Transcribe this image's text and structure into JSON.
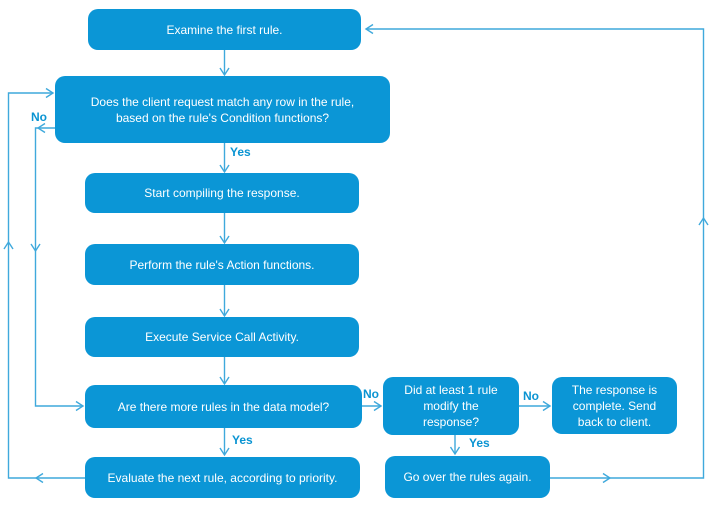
{
  "colors": {
    "node_fill": "#0b96d6",
    "node_text": "#ffffff",
    "connector": "#3fa9dc",
    "edge_label": "#0a94d2",
    "background": "#ffffff"
  },
  "nodes": {
    "examine": {
      "text": "Examine the first rule."
    },
    "match": {
      "text": "Does the client request match any row in the rule,\nbased on the rule's Condition functions?"
    },
    "compile": {
      "text": "Start compiling the response."
    },
    "perform": {
      "text": "Perform the rule's Action functions."
    },
    "execute": {
      "text": "Execute Service Call Activity."
    },
    "more_rules": {
      "text": "Are there more rules in the data model?"
    },
    "evaluate": {
      "text": "Evaluate the next rule, according to priority."
    },
    "modified": {
      "text": "Did at least 1 rule\nmodify the\nresponse?"
    },
    "complete": {
      "text": "The response is\ncomplete. Send\nback to client."
    },
    "go_over": {
      "text": "Go over the rules again."
    }
  },
  "edge_labels": {
    "match_yes": "Yes",
    "match_no": "No",
    "more_yes": "Yes",
    "more_no": "No",
    "modified_no": "No",
    "modified_yes": "Yes"
  },
  "edges": [
    {
      "from": "examine",
      "to": "match",
      "label": ""
    },
    {
      "from": "match",
      "to": "compile",
      "label": "Yes"
    },
    {
      "from": "match",
      "to": "more_rules",
      "label": "No"
    },
    {
      "from": "compile",
      "to": "perform",
      "label": ""
    },
    {
      "from": "perform",
      "to": "execute",
      "label": ""
    },
    {
      "from": "execute",
      "to": "more_rules",
      "label": ""
    },
    {
      "from": "more_rules",
      "to": "evaluate",
      "label": "Yes"
    },
    {
      "from": "more_rules",
      "to": "modified",
      "label": "No"
    },
    {
      "from": "evaluate",
      "to": "match",
      "label": ""
    },
    {
      "from": "modified",
      "to": "complete",
      "label": "No"
    },
    {
      "from": "modified",
      "to": "go_over",
      "label": "Yes"
    },
    {
      "from": "go_over",
      "to": "examine",
      "label": ""
    }
  ]
}
